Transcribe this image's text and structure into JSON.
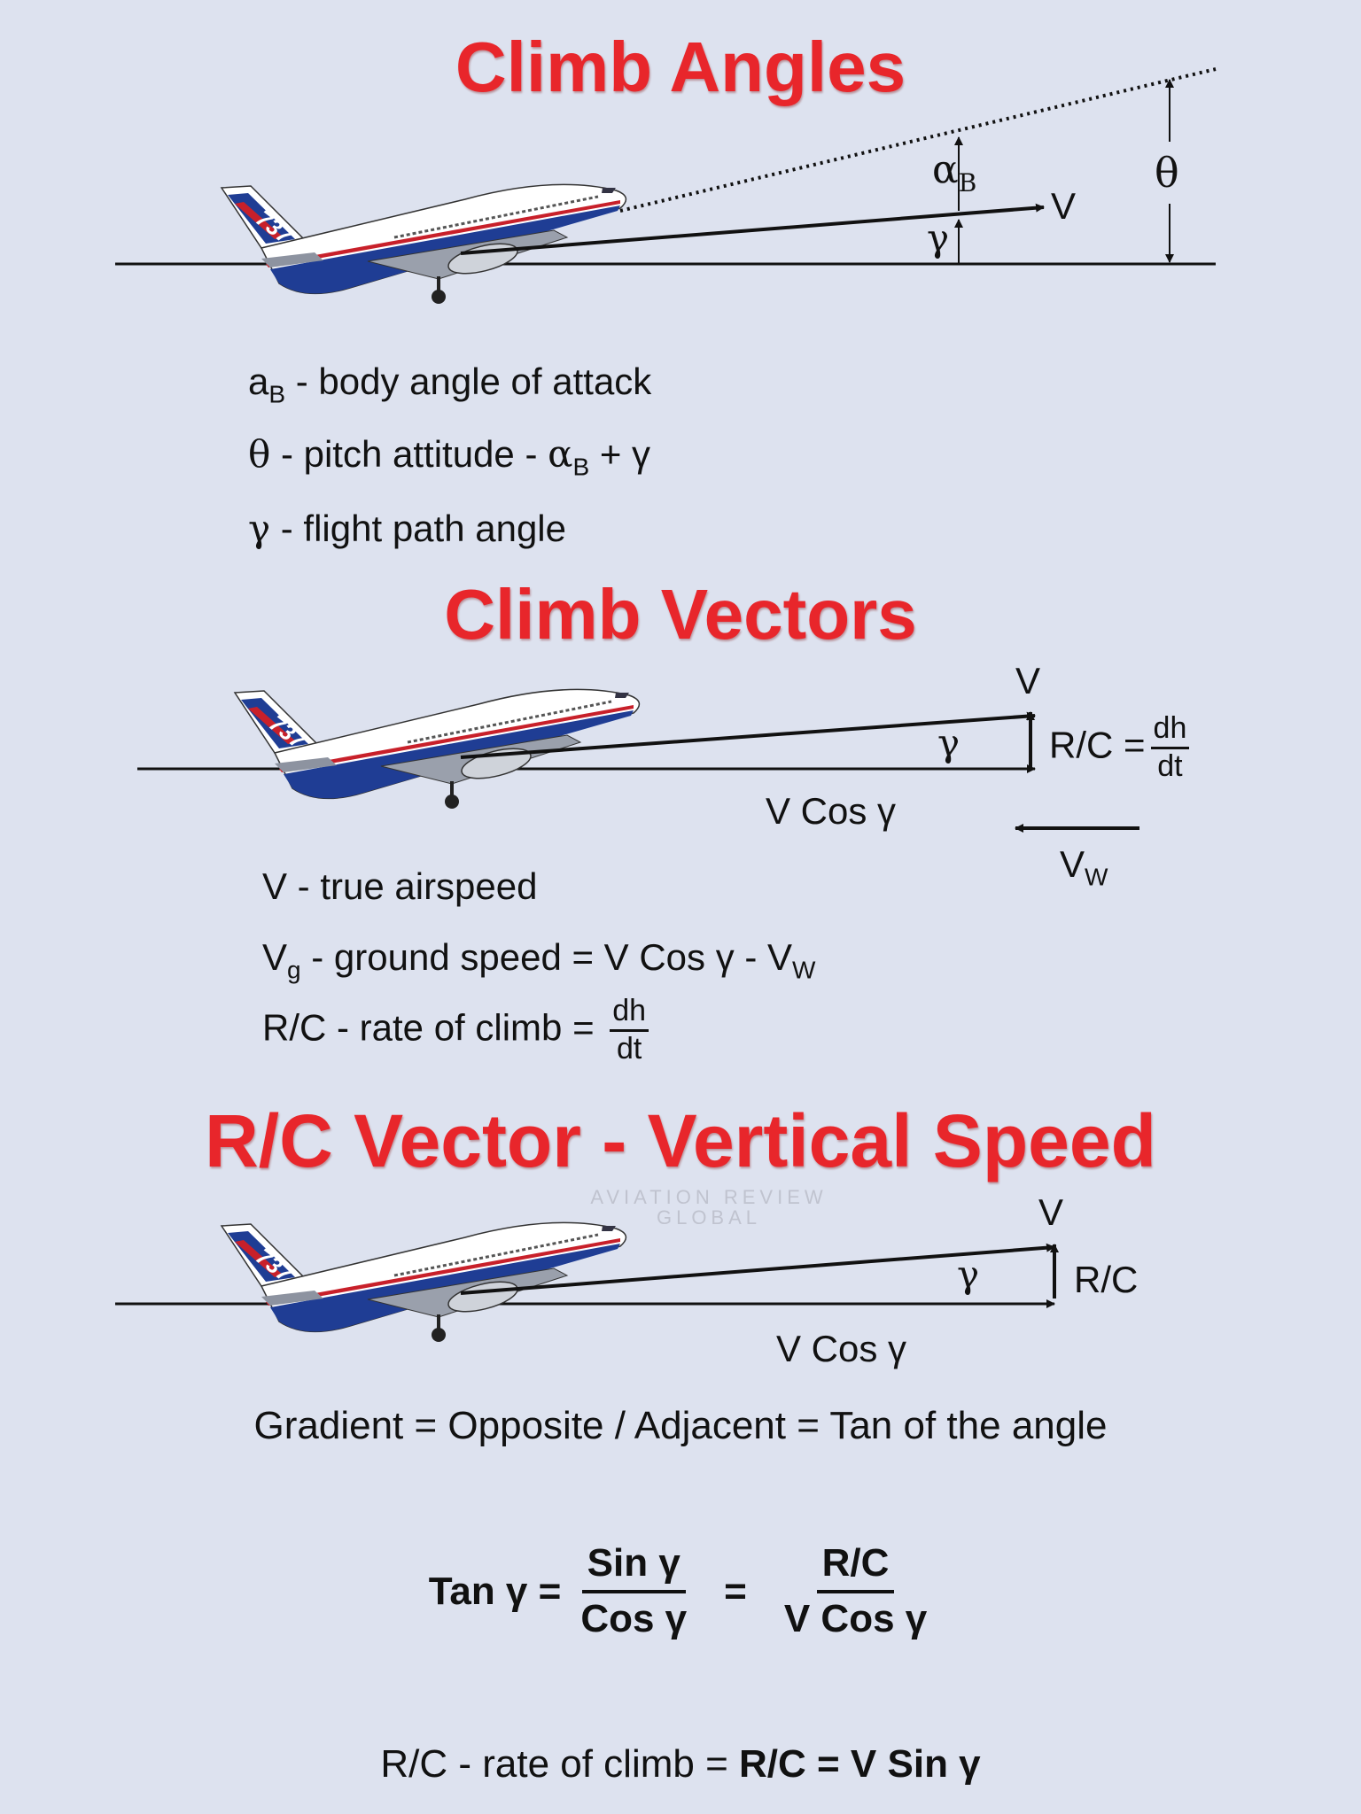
{
  "section1": {
    "title": "Climb Angles",
    "labels": {
      "alpha": "α",
      "alpha_sub": "B",
      "theta": "θ",
      "V": "V",
      "gamma": "γ"
    },
    "legend": [
      {
        "sym": "a",
        "sub": "B",
        "text": " - body angle of attack"
      },
      {
        "sym": "θ",
        "text": " - pitch attitude - ",
        "alpha": "α",
        "alpha_sub": "B",
        "rest": " + γ"
      },
      {
        "sym": "γ",
        "text": " - flight path angle"
      }
    ]
  },
  "section2": {
    "title": "Climb Vectors",
    "labels": {
      "V": "V",
      "gamma": "γ",
      "rc": "R/C =",
      "dh": "dh",
      "dt": "dt",
      "vcos": "V Cos γ",
      "vw": "V",
      "vw_sub": "W"
    },
    "legend": [
      {
        "text": "V - true airspeed"
      },
      {
        "pre": "V",
        "sub": "g",
        "text": " - ground speed = V Cos γ - V",
        "sub2": "W"
      },
      {
        "text": "R/C - rate of climb = ",
        "num": "dh",
        "den": "dt"
      }
    ]
  },
  "section3": {
    "title": "R/C Vector - Vertical Speed",
    "labels": {
      "V": "V",
      "gamma": "γ",
      "rc": "R/C",
      "vcos": "V Cos γ"
    },
    "gradient": "Gradient = Opposite / Adjacent = Tan of the angle",
    "formula": {
      "lhs": "Tan γ =",
      "f1_num": "Sin γ",
      "f1_den": "Cos γ",
      "eq": "=",
      "f2_num": "R/C",
      "f2_den": "V Cos γ"
    },
    "bottom": {
      "plain": "R/C - rate of climb = ",
      "bold": "R/C = V Sin γ"
    }
  },
  "aircraft": {
    "tail_text": "737",
    "body_color": "#ffffff",
    "belly_color": "#1f3d94",
    "stripe_color": "#c8202a"
  },
  "watermark": {
    "line1": "AVIATION REVIEW",
    "line2": "GLOBAL"
  },
  "colors": {
    "title": "#e8262b",
    "background": "#dde2ef",
    "lines": "#111111"
  }
}
